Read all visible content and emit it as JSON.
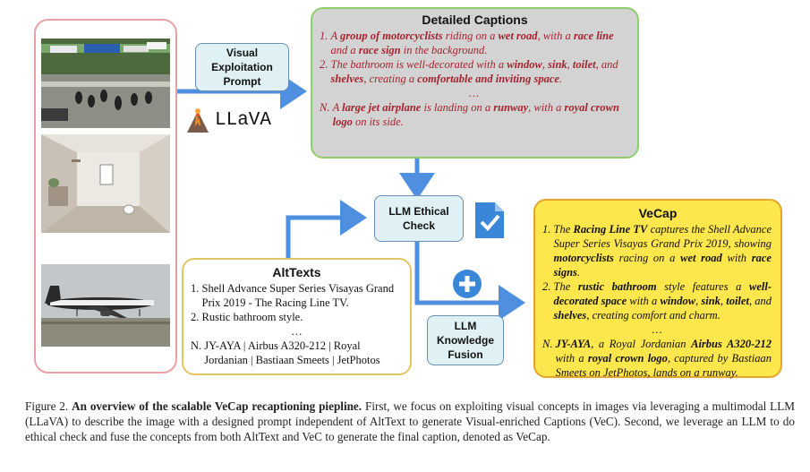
{
  "model_name": "LLaVA",
  "visual_prompt_label": "Visual Exploitation Prompt",
  "llm_check_label": "LLM Ethical Check",
  "llm_fusion_label": "LLM Knowledge Fusion",
  "detailed_captions": {
    "title": "Detailed Captions",
    "items": [
      {
        "num": "1.",
        "html": "A <b>group of motorcyclists</b> riding on a <b>wet road</b>, with a <b>race line</b> and a <b>race sign</b> in the background."
      },
      {
        "num": "2.",
        "html": "The bathroom is well-decorated with a <b>window</b>, <b>sink</b>, <b>toilet</b>, and <b>shelves</b>, creating a <b>comfortable and inviting space</b>."
      },
      {
        "num": "N.",
        "html": "A <b>large jet airplane</b> is landing on a <b>runway</b>, with a <b>royal crown logo</b> on its side."
      }
    ],
    "ellipsis": "…"
  },
  "alttexts": {
    "title": "AltTexts",
    "items": [
      {
        "num": "1.",
        "text": "Shell Advance Super Series Visayas Grand Prix 2019 - The Racing Line TV."
      },
      {
        "num": "2.",
        "text": "Rustic bathroom style."
      },
      {
        "num": "N.",
        "text": "JY-AYA | Airbus A320-212 | Royal Jordanian | Bastiaan Smeets | JetPhotos"
      }
    ],
    "ellipsis": "…"
  },
  "vecap": {
    "title": "VeCap",
    "items": [
      {
        "num": "1.",
        "html": "The <b>Racing Line TV</b> captures the Shell Advance Super Series Visayas Grand Prix 2019, showing <b>motorcyclists</b> racing on a <b>wet road</b> with <b>race signs</b>."
      },
      {
        "num": "2.",
        "html": "The <b>rustic bathroom</b> style features a <b>well-decorated space</b> with a <b>window</b>, <b>sink</b>, <b>toilet</b>, and <b>shelves</b>, creating comfort and charm."
      },
      {
        "num": "N.",
        "html": "<b>JY-AYA</b>, a Royal Jordanian <b>Airbus A320-212</b> with a <b>royal crown logo</b>, captured by Bastiaan Smeets on JetPhotos, lands on a runway."
      }
    ],
    "ellipsis": "…"
  },
  "figure_caption": {
    "label": "Figure 2.",
    "bold": "An overview of the scalable VeCap recaptioning piepline.",
    "text": "First, we focus on exploiting visual concepts in images via leveraging a multimodal LLM (LLaVA) to describe the image with a designed prompt independent of AltText to generate Visual-enriched Captions (VeC). Second, we leverage an LLM to do ethical check and fuse the concepts from both AltText and VeC to generate the final caption, denoted as VeCap."
  },
  "colors": {
    "arrow": "#4f8fe0",
    "red_text": "#a4232e",
    "vecap_bg": "#fde74c",
    "captions_bg": "#d3d3d3",
    "prompt_box_bg": "#dff1f4"
  },
  "icons": [
    "volcano-icon",
    "checkmark-document-icon",
    "plus-circle-icon"
  ]
}
